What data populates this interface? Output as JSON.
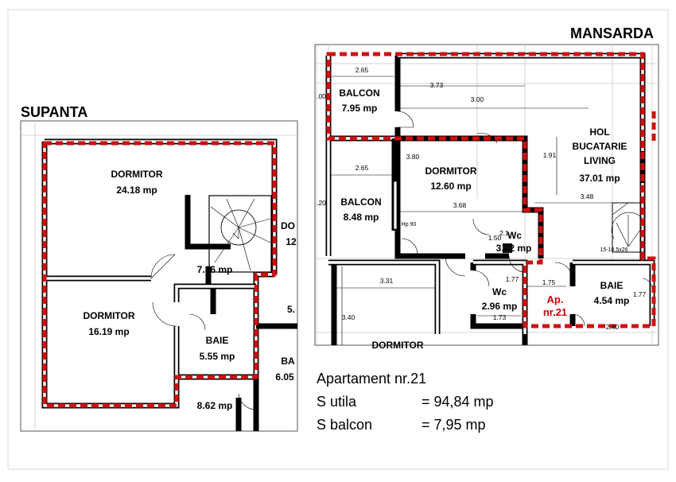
{
  "titles": {
    "supanta": "SUPANTA",
    "mansarda": "MANSARDA"
  },
  "supanta_rooms": [
    {
      "name": "DORMITOR",
      "area": "24.18 mp"
    },
    {
      "name": "DORMITOR",
      "area": "16.19 mp"
    },
    {
      "name": "",
      "area": "7.36 mp"
    },
    {
      "name": "BAIE",
      "area": "5.55 mp"
    },
    {
      "name": "",
      "area": "8.62 mp"
    },
    {
      "name": "BA",
      "area": "6.05"
    },
    {
      "name": "DO",
      "area": "12"
    },
    {
      "name": "",
      "area": "5."
    }
  ],
  "mansarda_rooms": {
    "balcon1": {
      "name": "BALCON",
      "area": "7.95 mp"
    },
    "balcon2": {
      "name": "BALCON",
      "area": "8.48 mp"
    },
    "dormitor": {
      "name": "DORMITOR",
      "area": "12.60 mp"
    },
    "hol": {
      "line1": "HOL",
      "line2": "BUCATARIE",
      "line3": "LIVING",
      "area": "37.01 mp"
    },
    "wc1": {
      "name": "Wc",
      "area": "3.02 mp"
    },
    "wc2": {
      "name": "Wc",
      "area": "2.96 mp"
    },
    "baie": {
      "name": "BAIE",
      "area": "4.54 mp"
    },
    "dormitor_bottom": {
      "name": "DORMITOR"
    }
  },
  "mansarda_dims": [
    "2.65",
    "3.73",
    "3.00",
    ".00",
    "3.80",
    "1.91",
    "2.65",
    "3.68",
    "3.48",
    ".20",
    "Hp 90",
    "2.1",
    "1.50",
    "1.77",
    "3.31",
    "3.40",
    "1.75",
    "1.77",
    "1.73",
    "15-18.5x26",
    "2.40"
  ],
  "apartment_label": {
    "line1": "Ap.",
    "line2": "nr.21"
  },
  "summary": {
    "title": "Apartament nr.21",
    "rows": [
      {
        "label": "S utila",
        "value": "= 94,84 mp"
      },
      {
        "label": "S balcon",
        "value": "= 7,95 mp"
      }
    ]
  },
  "colors": {
    "boundary": "#d01010",
    "walls": "#000000",
    "grid": "#c8c8c8"
  }
}
